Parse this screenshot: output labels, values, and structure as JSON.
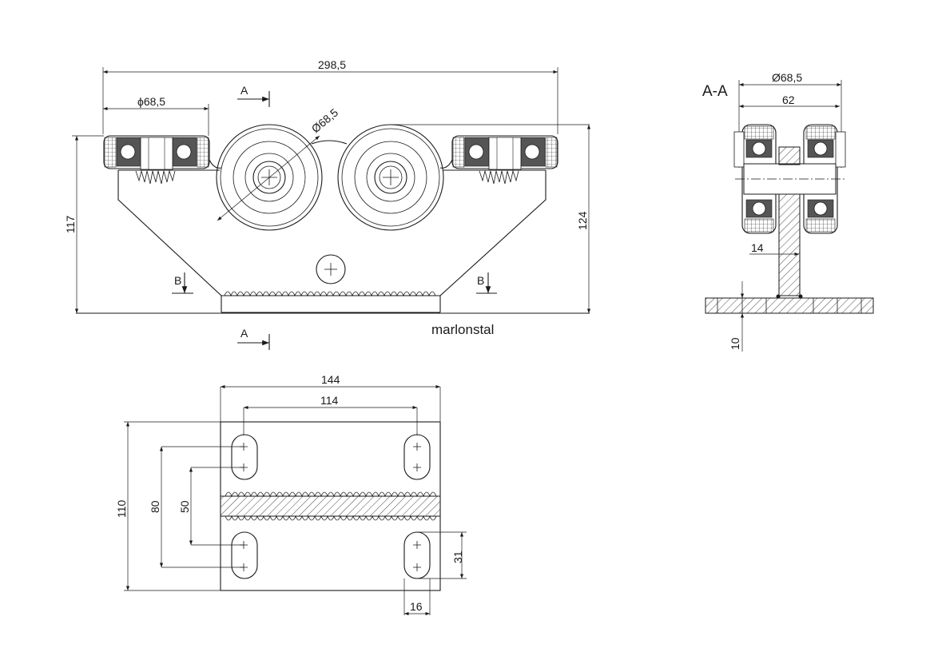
{
  "brand": "marlonstal",
  "section_labels": {
    "a": "A",
    "b": "B",
    "section_title": "A-A"
  },
  "front_view": {
    "overall_width": "298,5",
    "wheel_dia_left": "ϕ68,5",
    "wheel_dia_center": "Ø68,5",
    "height_left": "117",
    "height_right": "124"
  },
  "section_view": {
    "wheel_dia": "Ø68,5",
    "width": "62",
    "stem_thickness": "14",
    "plate_thickness": "10"
  },
  "plan_view": {
    "plate_width": "144",
    "hole_spacing": "114",
    "plate_height": "110",
    "slot_span": "80",
    "slot_inner": "50",
    "slot_length": "31",
    "slot_width": "16"
  }
}
